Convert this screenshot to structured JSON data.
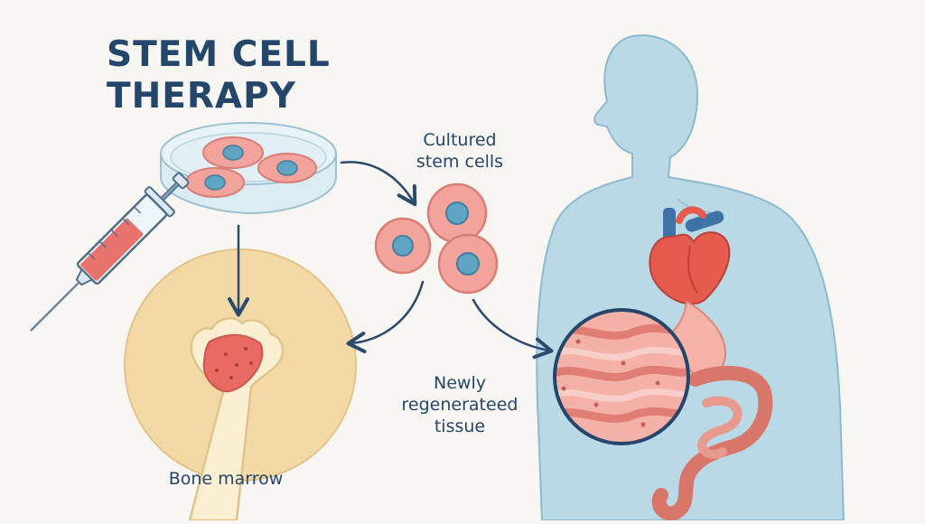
{
  "title": {
    "line1": "STEM CELL",
    "line2": "THERAPY"
  },
  "labels": {
    "cultured": [
      "Cultured",
      "stem cells"
    ],
    "newly": [
      "Newly",
      "regenerateed",
      "tissue"
    ],
    "bone": "Bone marrow"
  },
  "colors": {
    "title": "#25466b",
    "arrow": "#2c4a6e",
    "body": "#b7d7e3",
    "cell": "#f2a39b",
    "nucleus": "#5fa4c2",
    "marrow_bg": "#f2d9a6",
    "heart": "#e55b4d",
    "tissue": "#ef9a94"
  },
  "icons": [
    "petri-dish-icon",
    "syringe-icon",
    "stem-cell-icon",
    "bone-icon",
    "heart-icon",
    "stomach-icon",
    "intestine-icon",
    "tissue-magnifier-icon"
  ]
}
